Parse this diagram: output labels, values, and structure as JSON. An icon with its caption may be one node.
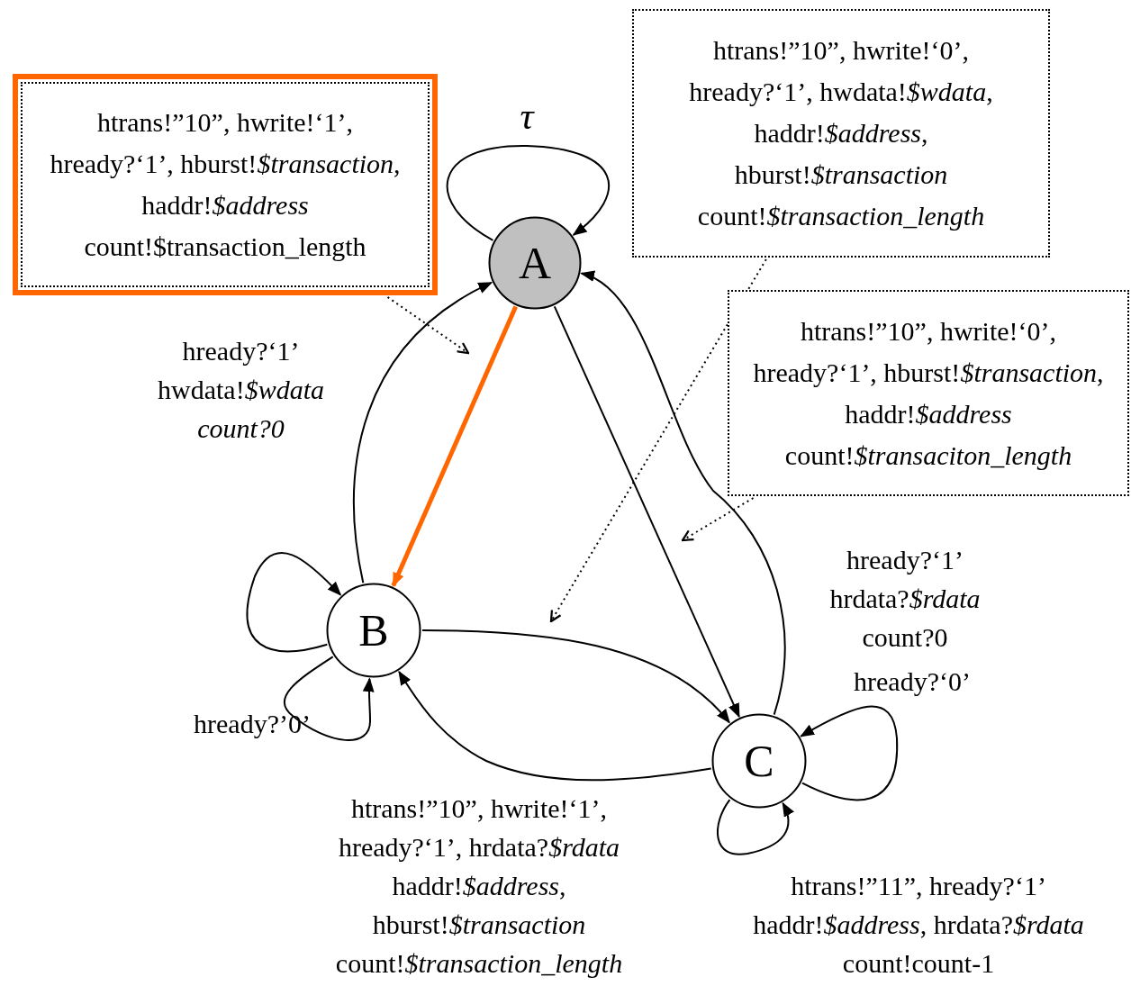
{
  "diagram": {
    "nodes": [
      {
        "text": [
          "A"
        ]
      },
      {
        "text": [
          "B"
        ]
      },
      {
        "text": [
          "C"
        ]
      },
      {
        "text": [
          "htrans!”10”, hwrite!‘1’, hready?‘1’, hburst!*$transaction*, haddr!*$address* count!$transaction_length"
        ]
      },
      {
        "text": [
          "htrans!”10”, hwrite!‘0’, hready?‘1’, hwdata!*$wdata*, haddr!*$address*, hburst!*$transaction* count!*$transaction_length*"
        ]
      },
      {
        "text": [
          "htrans!”10”, hwrite!‘0’, hready?‘1’, hburst!*$transaction*, haddr!*$address* count!*$transaciton_length*"
        ]
      }
    ],
    "edges": [
      {
        "from": 0,
        "to": 0,
        "arrow": "to",
        "label": "τ"
      },
      {
        "from": 0,
        "to": 1,
        "arrow": "to",
        "style": "thick",
        "color": "#ff6600"
      },
      {
        "from": 1,
        "to": 0,
        "arrow": "to",
        "label": "hready?‘1’ hwdata!*$wdata* *count?0*"
      },
      {
        "from": 0,
        "to": 2,
        "arrow": "to"
      },
      {
        "from": 2,
        "to": 0,
        "arrow": "to",
        "label": "hready?‘1’ hrdata?*$rdata* count?0"
      },
      {
        "from": 1,
        "to": 1,
        "arrow": "to"
      },
      {
        "from": 1,
        "to": 1,
        "arrow": "to",
        "label": "hready?’0’"
      },
      {
        "from": 1,
        "to": 2,
        "arrow": "to"
      },
      {
        "from": 2,
        "to": 1,
        "arrow": "to",
        "label": "htrans!”10”, hwrite!‘1’, hready?‘1’, hrdata?*$rdata* haddr!*$address*, hburst!*$transaction* count!*$transaction_length*"
      },
      {
        "from": 2,
        "to": 2,
        "arrow": "to",
        "label": "hready?‘0’"
      },
      {
        "from": 2,
        "to": 2,
        "arrow": "to",
        "label": "htrans!”11”, hready?‘1’ haddr!*$address*, hrdata?*$rdata* count!count-1"
      },
      {
        "from": 3,
        "to": null,
        "arrow": "to",
        "style": "dashed"
      },
      {
        "from": 4,
        "to": null,
        "arrow": "to",
        "style": "dashed"
      },
      {
        "from": 5,
        "to": null,
        "arrow": "to",
        "style": "dashed"
      }
    ]
  }
}
